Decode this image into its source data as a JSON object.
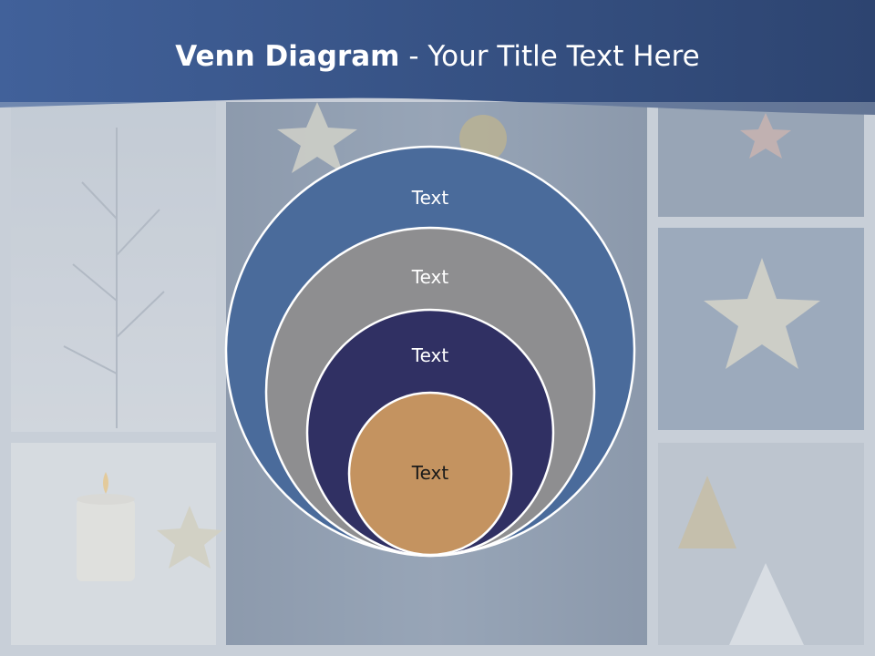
{
  "slide": {
    "title_bold": "Venn Diagram",
    "title_rest": " - Your Title Text Here"
  },
  "venn": {
    "circles": [
      {
        "label": "Text",
        "fill": "#4a6b9b",
        "text_color": "#ffffff"
      },
      {
        "label": "Text",
        "fill": "#8e8e90",
        "text_color": "#ffffff"
      },
      {
        "label": "Text",
        "fill": "#303063",
        "text_color": "#ffffff"
      },
      {
        "label": "Text",
        "fill": "#c49360",
        "text_color": "#1a1a1a"
      }
    ]
  },
  "colors": {
    "header": "#34507c",
    "background_tiles": "#b9c2cf",
    "stroke": "#ffffff"
  }
}
